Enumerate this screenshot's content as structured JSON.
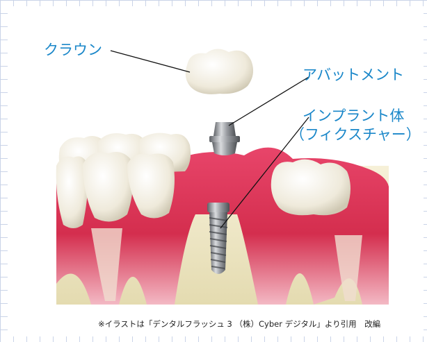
{
  "labels": {
    "crown": "クラウン",
    "abutment": "アバットメント",
    "implant_line1": "インプラント体",
    "implant_line2": "（フィクスチャー）"
  },
  "caption": "※イラストは「デンタルフラッシュ 3 （株）Cyber デジタル」より引用　改編",
  "colors": {
    "label_text": "#1a87c9",
    "gum": "#d8324f",
    "tooth": "#f3efe3",
    "bone": "#efe8c8",
    "metal": "#8c8f94"
  }
}
